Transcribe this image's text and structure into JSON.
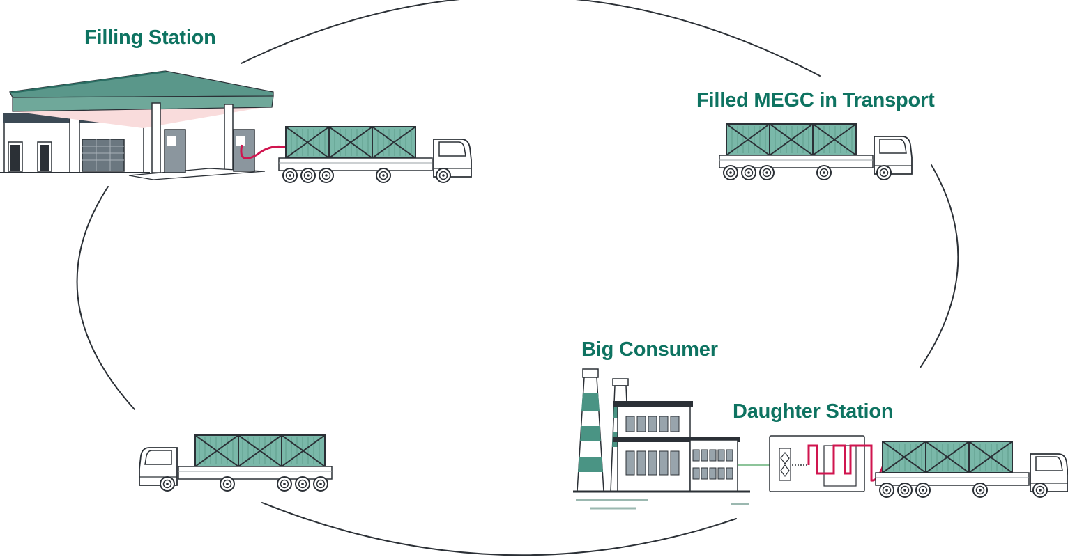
{
  "labels": {
    "filling_station": "Filling Station",
    "filled_megc_in_transport": "Filled MEGC in Transport",
    "big_consumer": "Big Consumer",
    "daughter_station": "Daughter Station"
  },
  "colors": {
    "brand_green": "#0e7361",
    "container_teal": "#7ab8a9",
    "canopy_teal": "#6fa89a",
    "outline_dark": "#2b3036",
    "hose_red": "#d0154f",
    "canopy_pink": "#f9dcdc",
    "pipe_green": "#8dc49a"
  },
  "icons": {
    "filling_station": "gas-station-icon",
    "truck": "megc-truck-icon",
    "factory": "factory-icon",
    "daughter_station": "compressor-unit-icon"
  }
}
